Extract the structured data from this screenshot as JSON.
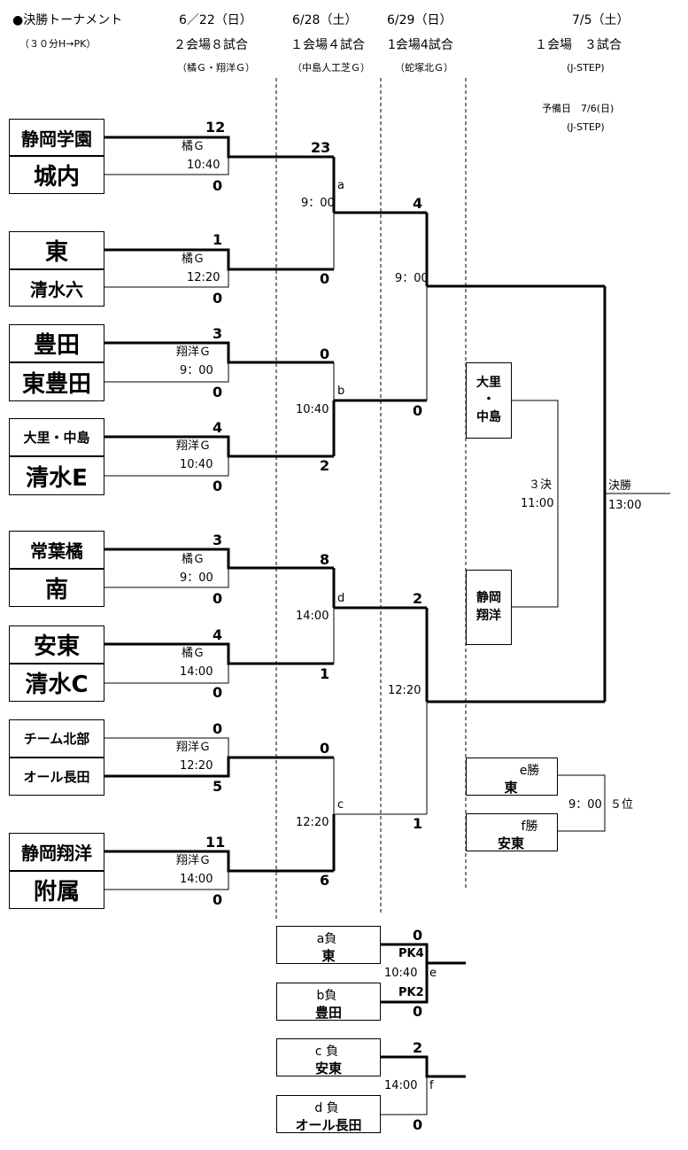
{
  "header": {
    "title": "●決勝トーナメント",
    "rule": "（３０分H→PK）",
    "day1": {
      "date": "6／22（日）",
      "info": "２会場８試合",
      "venue": "（橘Ｇ・翔洋Ｇ）"
    },
    "day2": {
      "date": "6/28（土）",
      "info": "１会場４試合",
      "venue": "（中島人工芝Ｇ）"
    },
    "day3": {
      "date": "6/29（日）",
      "info": "1会場4試合",
      "venue": "（蛇塚北Ｇ）"
    },
    "day4": {
      "date": "7/5（土）",
      "info": "１会場　３試合",
      "venue": "(J-STEP)"
    },
    "reserve": "予備日　7/6(日)",
    "reserve_venue": "(J-STEP)"
  },
  "round1": [
    {
      "team_a": "静岡学園",
      "team_b": "城内",
      "score_a": "12",
      "score_b": "0",
      "venue": "橘Ｇ",
      "time": "10:40"
    },
    {
      "team_a": "東",
      "team_b": "清水六",
      "score_a": "1",
      "score_b": "0",
      "venue": "橘Ｇ",
      "time": "12:20"
    },
    {
      "team_a": "豊田",
      "team_b": "東豊田",
      "score_a": "3",
      "score_b": "0",
      "venue": "翔洋Ｇ",
      "time": "9：00"
    },
    {
      "team_a": "大里・中島",
      "team_b": "清水E",
      "score_a": "4",
      "score_b": "0",
      "venue": "翔洋Ｇ",
      "time": "10:40"
    },
    {
      "team_a": "常葉橘",
      "team_b": "南",
      "score_a": "3",
      "score_b": "0",
      "venue": "橘Ｇ",
      "time": "9：00"
    },
    {
      "team_a": "安東",
      "team_b": "清水C",
      "score_a": "4",
      "score_b": "0",
      "venue": "橘Ｇ",
      "time": "14:00"
    },
    {
      "team_a": "チーム北部",
      "team_b": "オール長田",
      "score_a": "0",
      "score_b": "5",
      "venue": "翔洋Ｇ",
      "time": "12:20"
    },
    {
      "team_a": "静岡翔洋",
      "team_b": "附属",
      "score_a": "11",
      "score_b": "0",
      "venue": "翔洋Ｇ",
      "time": "14:00"
    }
  ],
  "round2": [
    {
      "id": "a",
      "time": "9：00",
      "score_top": "23",
      "score_bot": "0"
    },
    {
      "id": "b",
      "time": "10:40",
      "score_top": "0",
      "score_bot": "2"
    },
    {
      "id": "d",
      "time": "14:00",
      "score_top": "8",
      "score_bot": "1"
    },
    {
      "id": "c",
      "time": "12:20",
      "score_top": "0",
      "score_bot": "6"
    }
  ],
  "round3": [
    {
      "time": "9：00",
      "score_top": "4",
      "score_bot": "0"
    },
    {
      "time": "12:20",
      "score_top": "2",
      "score_bot": "1"
    }
  ],
  "semis_third": {
    "team_a": [
      "大里",
      "・",
      "中島"
    ],
    "team_b": [
      "静岡",
      "翔洋"
    ],
    "label": "３決",
    "time": "11:00"
  },
  "final": {
    "label": "決勝",
    "time": "13:00"
  },
  "fifth": {
    "e_label": "e勝",
    "e_team": "東",
    "f_label": "f勝",
    "f_team": "安東",
    "time": "9：00",
    "label": "５位"
  },
  "consolation": [
    {
      "label": "a負",
      "team": "東",
      "score": "0",
      "pk": "PK4"
    },
    {
      "label": "b負",
      "team": "豊田",
      "score": "0",
      "pk": "PK2"
    },
    {
      "label": "c 負",
      "team": "安東",
      "score": "2",
      "pk": ""
    },
    {
      "label": "d 負",
      "team": "オール長田",
      "score": "0",
      "pk": ""
    }
  ],
  "consolation_matches": [
    {
      "id": "e",
      "time": "10:40"
    },
    {
      "id": "f",
      "time": "14:00"
    }
  ]
}
